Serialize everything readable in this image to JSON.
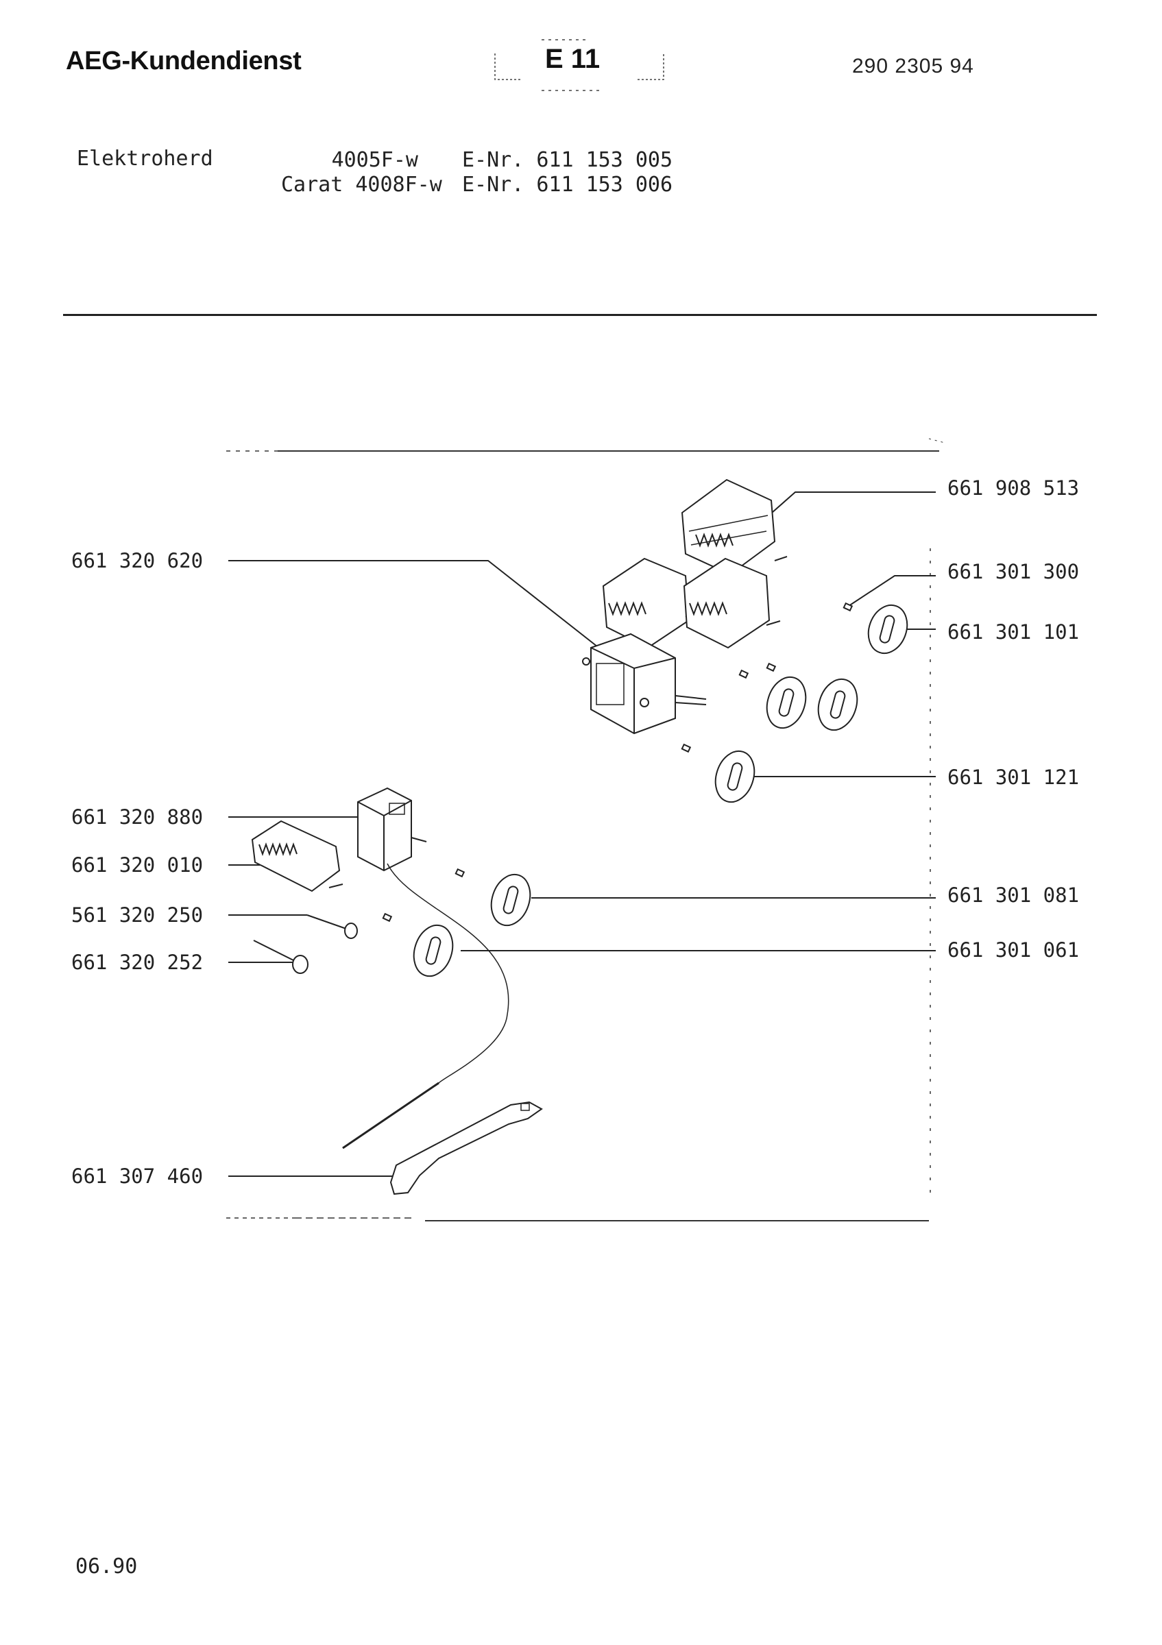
{
  "header": {
    "brand": "AEG-Kundendienst",
    "section": "E 11",
    "doc_number": "290 2305 94"
  },
  "appliance": {
    "type": "Elektroherd",
    "models": [
      {
        "model": "4005F-w",
        "enr": "E-Nr. 611 153 005"
      },
      {
        "model": "Carat 4008F-w",
        "enr": "E-Nr. 611 153 006"
      }
    ]
  },
  "parts": {
    "left": [
      {
        "number": "661 320 620"
      },
      {
        "number": "661 320 880"
      },
      {
        "number": "661 320 010"
      },
      {
        "number": "561 320 250"
      },
      {
        "number": "661 320 252"
      },
      {
        "number": "661 307 460"
      }
    ],
    "right": [
      {
        "number": "661 908 513"
      },
      {
        "number": "661 301 300"
      },
      {
        "number": "661 301 101"
      },
      {
        "number": "661 301 121"
      },
      {
        "number": "661 301 081"
      },
      {
        "number": "661 301 061"
      }
    ]
  },
  "footer": {
    "date": "06.90"
  }
}
